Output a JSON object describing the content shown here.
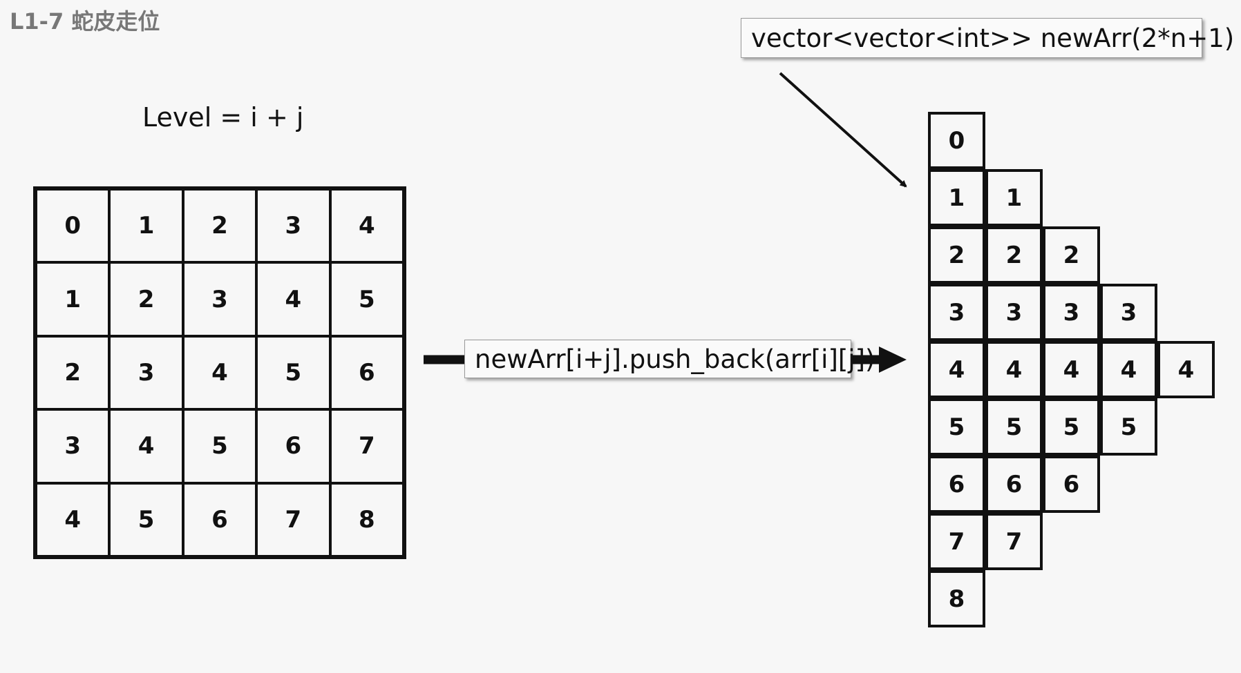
{
  "title": "L1-7 蛇皮走位",
  "formula": "Level = i + j",
  "grid": [
    [
      0,
      1,
      2,
      3,
      4
    ],
    [
      1,
      2,
      3,
      4,
      5
    ],
    [
      2,
      3,
      4,
      5,
      6
    ],
    [
      3,
      4,
      5,
      6,
      7
    ],
    [
      4,
      5,
      6,
      7,
      8
    ]
  ],
  "push_code": "newArr[i+j].push_back(arr[i][j])",
  "declaration_code": "vector<vector<int>> newArr(2*n+1)",
  "triangle": [
    [
      0
    ],
    [
      1,
      1
    ],
    [
      2,
      2,
      2
    ],
    [
      3,
      3,
      3,
      3
    ],
    [
      4,
      4,
      4,
      4,
      4
    ],
    [
      5,
      5,
      5,
      5
    ],
    [
      6,
      6,
      6
    ],
    [
      7,
      7
    ],
    [
      8
    ]
  ]
}
